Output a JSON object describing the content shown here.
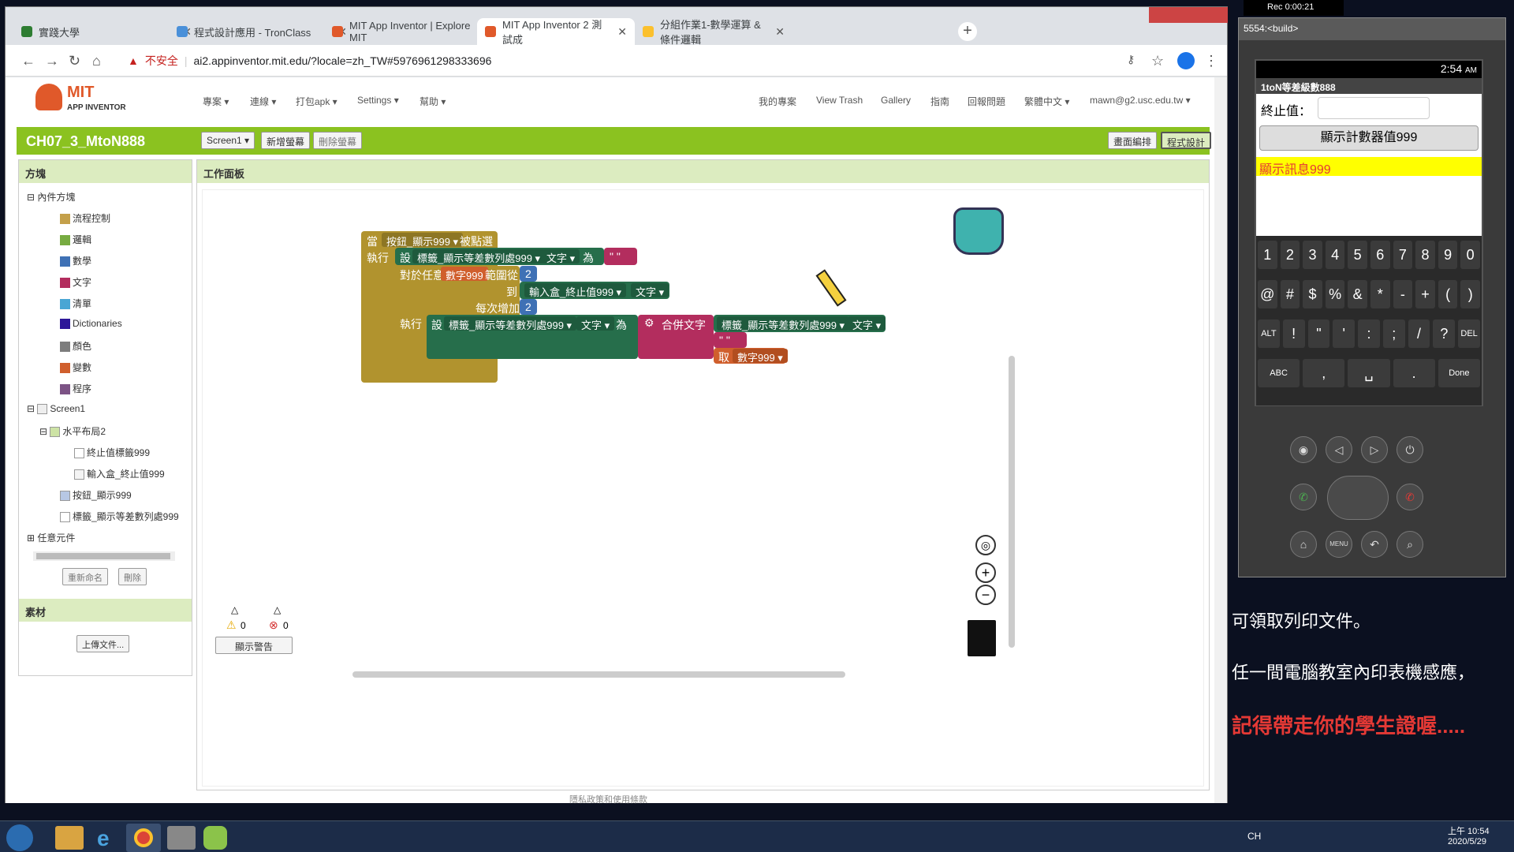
{
  "browser": {
    "tabs": [
      {
        "label": "實踐大學",
        "active": false
      },
      {
        "label": "程式設計應用 - TronClass",
        "active": false
      },
      {
        "label": "MIT App Inventor | Explore MIT",
        "active": false
      },
      {
        "label": "MIT App Inventor 2 測試成",
        "active": true
      },
      {
        "label": "分組作業1-數學運算 & 條件邏輯",
        "active": false
      }
    ],
    "security_label": "不安全",
    "url": "ai2.appinventor.mit.edu/?locale=zh_TW#5976961298333696"
  },
  "app": {
    "logo_title": "MIT",
    "logo_subtitle": "APP INVENTOR",
    "nav_left": [
      "專案 ▾",
      "連線 ▾",
      "打包apk ▾",
      "Settings ▾",
      "幫助 ▾"
    ],
    "nav_right": [
      "我的專案",
      "View Trash",
      "Gallery",
      "指南",
      "回報問題",
      "繁體中文 ▾",
      "mawn@g2.usc.edu.tw ▾"
    ],
    "project_name": "CH07_3_MtoN888",
    "screen_select": "Screen1 ▾",
    "add_screen": "新增螢幕",
    "remove_screen": "刪除螢幕",
    "designer_btn": "畫面編排",
    "blocks_btn": "程式設計",
    "blocks_panel_title": "方塊",
    "builtin_label": "內件方塊",
    "builtin": [
      {
        "label": "流程控制",
        "color": "#c4a04a"
      },
      {
        "label": "邏輯",
        "color": "#77ab41"
      },
      {
        "label": "數學",
        "color": "#3f71b5"
      },
      {
        "label": "文字",
        "color": "#b32d5e"
      },
      {
        "label": "清單",
        "color": "#49a6d4"
      },
      {
        "label": "Dictionaries",
        "color": "#2d1799"
      },
      {
        "label": "顏色",
        "color": "#7d7d7d"
      },
      {
        "label": "變數",
        "color": "#d05f2d"
      },
      {
        "label": "程序",
        "color": "#7c5385"
      }
    ],
    "screen_tree": {
      "screen": "Screen1",
      "arrangement": "水平布局2",
      "children": [
        "終止值標籤999",
        "輸入盒_終止值999"
      ],
      "button": "按鈕_顯示999",
      "label": "標籤_顯示等差數列處999"
    },
    "any_component": "任意元件",
    "rename_btn": "重新命名",
    "delete_btn": "刪除",
    "media_title": "素材",
    "upload_btn": "上傳文件...",
    "workspace_title": "工作面板",
    "warnings_count": "0",
    "errors_count": "0",
    "show_warnings_btn": "顯示警告",
    "footer": "隱私政策和使用條款"
  },
  "blocks": {
    "event_when": "當",
    "event_component": "按鈕_顯示999 ▾",
    "event_clicked": "被點選",
    "do": "執行",
    "set": "設",
    "set_component": "標籤_顯示等差數列處999 ▾",
    "dot": ".",
    "prop_text": "文字 ▾",
    "to": "為",
    "empty_text": "\" \"",
    "for_each": "對於任意",
    "loop_var": "數字999",
    "from": "範圍從",
    "from_value": "2",
    "to_label": "到",
    "input_component": "輸入盒_終止值999 ▾",
    "step_label": "每次增加",
    "step_value": "2",
    "do2": "執行",
    "join_label": "合併文字",
    "get_label": "取",
    "get_var": "數字999 ▾"
  },
  "emulator": {
    "title": "5554:<build>",
    "time": "2:54",
    "ampm": "AM",
    "app_title": "1toN等差級數888",
    "end_label": "終止值：",
    "button": "顯示計數器值999",
    "message": "顯示訊息999",
    "row1": [
      "1",
      "2",
      "3",
      "4",
      "5",
      "6",
      "7",
      "8",
      "9",
      "0"
    ],
    "row2": [
      "@",
      "#",
      "$",
      "%",
      "&",
      "*",
      "-",
      "+",
      "(",
      ")"
    ],
    "row3": [
      "ALT",
      "!",
      "\"",
      "'",
      ":",
      ";",
      "/",
      "?",
      "DEL"
    ],
    "row4": [
      "ABC",
      ",",
      "␣",
      ".",
      "Done"
    ],
    "controls": [
      "MENU"
    ]
  },
  "recorder": {
    "text": "Rec 0:00:21"
  },
  "subtitle": {
    "line1": "可領取列印文件。",
    "line2": "任一間電腦教室內印表機感應，",
    "line3": "記得帶走你的學生證喔....."
  },
  "taskbar": {
    "lang": "CH",
    "time": "上午 10:54",
    "date": "2020/5/29"
  }
}
